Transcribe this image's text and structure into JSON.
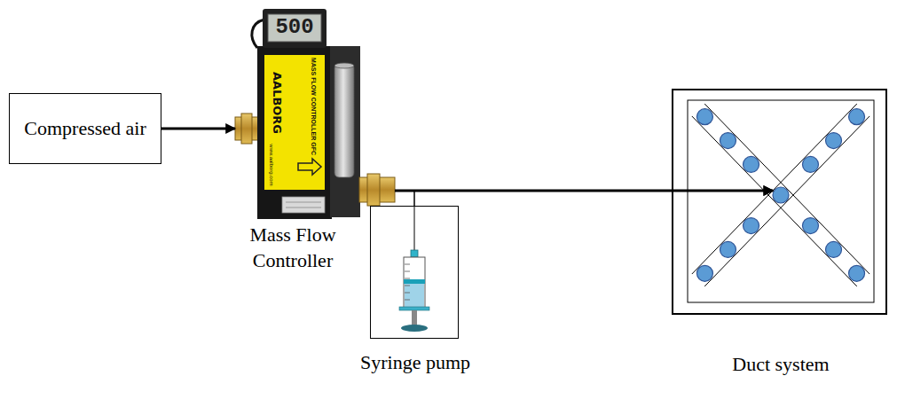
{
  "diagram": {
    "nodes": [
      {
        "text": [
          "Compressed air"
        ]
      },
      {
        "text": [
          "Mass Flow Controller"
        ]
      },
      {
        "text": [
          "Syringe pump"
        ]
      },
      {
        "text": [
          "Duct system"
        ]
      }
    ],
    "edges": [
      {
        "from": 0,
        "to": 1,
        "arrow": "to"
      },
      {
        "from": 1,
        "to": 3,
        "arrow": "to"
      },
      {
        "from": 2,
        "to": 3,
        "arrow": "to"
      }
    ],
    "labels": [
      "500",
      "AALBORG",
      "MASS FLOW CONTROLLER GFC",
      "www.aalborg.com"
    ]
  }
}
